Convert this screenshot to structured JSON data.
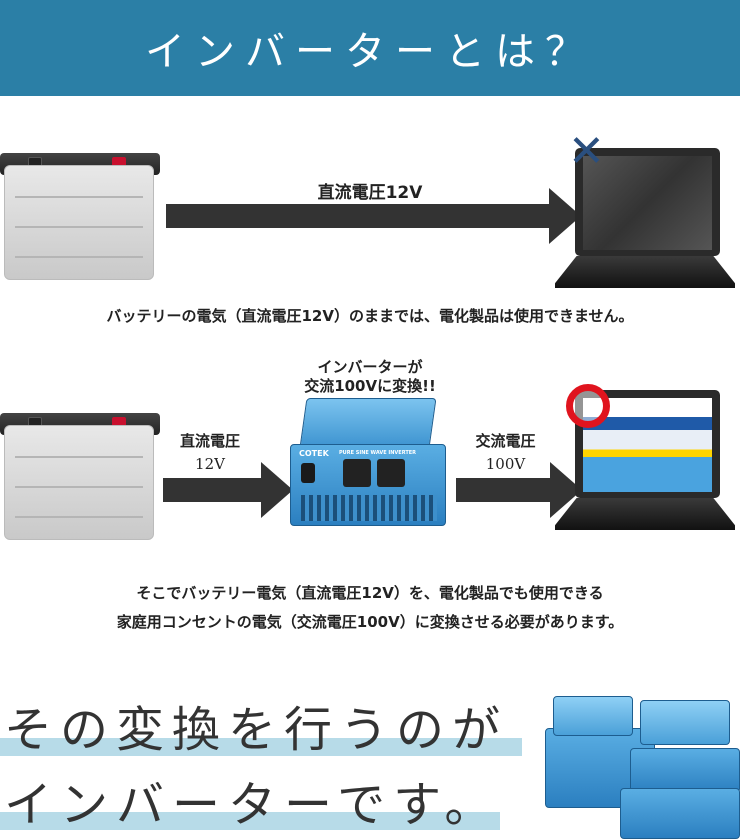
{
  "header": {
    "title": "インバーターとは？"
  },
  "section1": {
    "arrow_label": "直流電圧12V",
    "caption": "バッテリーの電気（直流電圧12V）のままでは、電化製品は使用できません。",
    "result_mark": "cross-icon",
    "colors": {
      "cross": "#2a4f7f"
    }
  },
  "section2": {
    "inverter_title_line1": "インバーターが",
    "inverter_title_line2": "交流100Vに変換!!",
    "left_label": "直流電圧",
    "left_value": "12V",
    "right_label": "交流電圧",
    "right_value": "100V",
    "inverter_brand": "COTEK",
    "inverter_model_text": "PURE SINE WAVE INVERTER",
    "result_mark": "circle-icon",
    "colors": {
      "circle": "#e0141e"
    },
    "caption_line1": "そこでバッテリー電気（直流電圧12V）を、電化製品でも使用できる",
    "caption_line2": "家庭用コンセントの電気（交流電圧100V）に変換させる必要があります。"
  },
  "conclusion": {
    "line1": "その変換を行うのが",
    "line2": "インバーターです。"
  },
  "colors": {
    "header": "#2b7fa6",
    "arrow": "#333333",
    "highlight": "#b7dbe8"
  }
}
